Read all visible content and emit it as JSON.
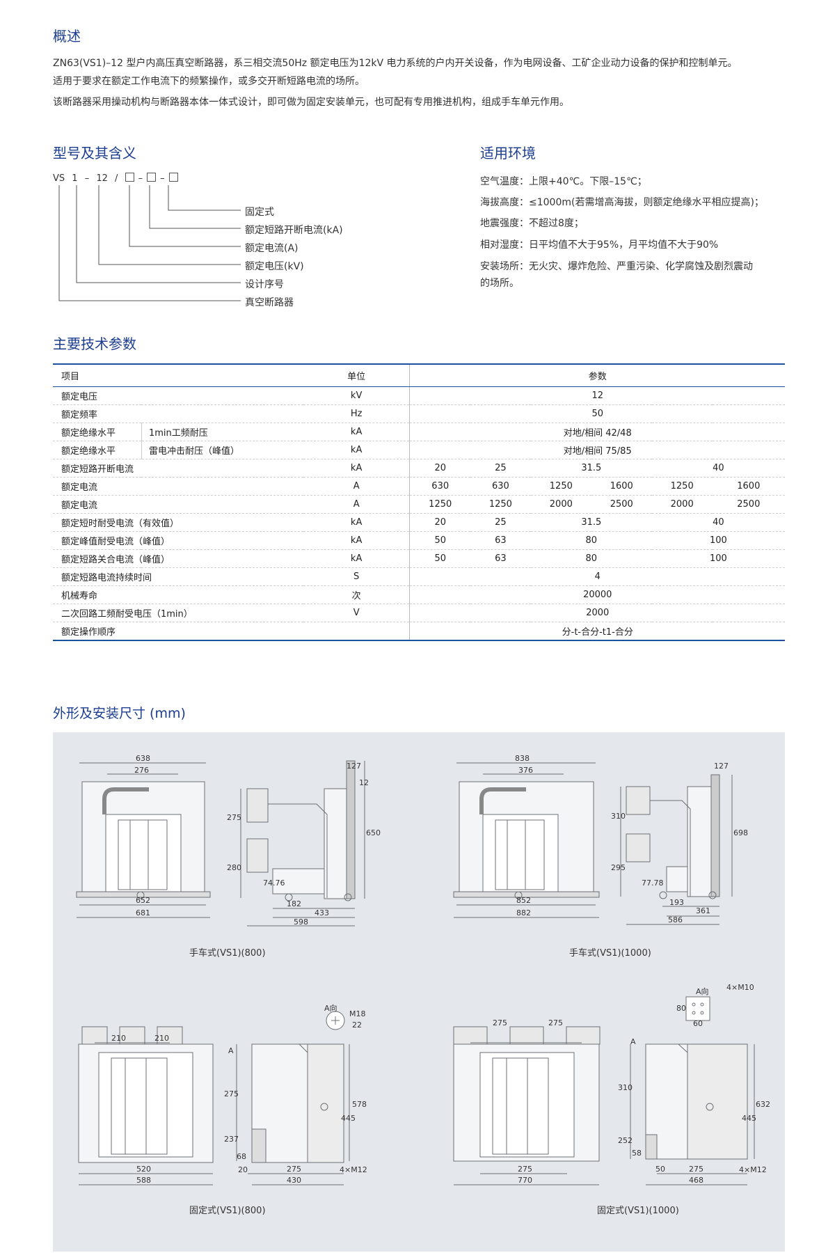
{
  "overview": {
    "title": "概述",
    "lines": [
      "ZN63(VS1)–12 型户内高压真空断路器，系三相交流50Hz 额定电压为12kV 电力系统的户内开关设备，作为电网设备、工矿企业动力设备的保护和控制单元。",
      "适用于要求在额定工作电流下的频繁操作，或多交开断短路电流的场所。",
      "该断路器采用操动机构与断路器本体一体式设计，即可做为固定安装单元，也可配有专用推进机构，组成手车单元作用。"
    ]
  },
  "model": {
    "title": "型号及其含义",
    "code": [
      "VS",
      "1",
      "–",
      "12",
      "/"
    ],
    "labels": [
      "固定式",
      "额定短路开断电流(kA)",
      "额定电流(A)",
      "额定电压(kV)",
      "设计序号",
      "真空断路器"
    ]
  },
  "environment": {
    "title": "适用环境",
    "lines": [
      "空气温度：上限+40℃。下限–15℃；",
      "海拔高度：≤1000m(若需增高海拔，则额定绝缘水平相应提高)；",
      "地震强度：不超过8度；",
      "相对湿度：日平均值不大于95%，月平均值不大于90%",
      "安装场所：无火灾、爆炸危险、严重污染、化学腐蚀及剧烈震动",
      "的场所。"
    ]
  },
  "specs": {
    "title": "主要技术参数",
    "headers": {
      "item": "项目",
      "unit": "单位",
      "params": "参数"
    },
    "rows": [
      {
        "item": "额定电压",
        "unit": "kV",
        "value": "12"
      },
      {
        "item": "额定频率",
        "unit": "Hz",
        "value": "50"
      },
      {
        "item": "额定绝缘水平",
        "sub": "1min工频耐压",
        "unit": "kA",
        "value": "对地/相间 42/48"
      },
      {
        "item": "额定绝缘水平",
        "sub": "雷电冲击耐压（峰值）",
        "unit": "kA",
        "value": "对地/相间 75/85"
      },
      {
        "item": "额定短路开断电流",
        "unit": "kA",
        "cells": [
          "20",
          "25",
          "31.5",
          "40"
        ]
      },
      {
        "item": "额定电流",
        "unit": "A",
        "cells": [
          "630",
          "630",
          "1250",
          "1600",
          "1250",
          "1600"
        ]
      },
      {
        "item": "额定电流",
        "unit": "A",
        "cells": [
          "1250",
          "1250",
          "2000",
          "2500",
          "2000",
          "2500"
        ]
      },
      {
        "item": "额定短时耐受电流（有效值）",
        "unit": "kA",
        "cells": [
          "20",
          "25",
          "31.5",
          "40"
        ]
      },
      {
        "item": "额定峰值耐受电流（峰值）",
        "unit": "kA",
        "cells": [
          "50",
          "63",
          "80",
          "100"
        ]
      },
      {
        "item": "额定短路关合电流（峰值）",
        "unit": "kA",
        "cells": [
          "50",
          "63",
          "80",
          "100"
        ]
      },
      {
        "item": "额定短路电流持续时间",
        "unit": "S",
        "value": "4"
      },
      {
        "item": "机械寿命",
        "unit": "次",
        "value": "20000"
      },
      {
        "item": "二次回路工频耐受电压（1min）",
        "unit": "V",
        "value": "2000"
      },
      {
        "item": "额定操作顺序",
        "unit": "",
        "value": "分-t-合分-t1-合分"
      }
    ]
  },
  "drawings": {
    "title": "外形及安装尺寸 (mm)",
    "captions": [
      "手车式(VS1)(800)",
      "手车式(VS1)(1000)",
      "固定式(VS1)(800)",
      "固定式(VS1)(1000)"
    ],
    "d1": {
      "w_top": "638",
      "w_inner": "276",
      "w_bot1": "652",
      "w_bot2": "681",
      "s_top": "127",
      "s_12": "12",
      "s_275": "275",
      "s_280": "280",
      "s_650": "650",
      "s_7476": "74.76",
      "s_182": "182",
      "s_433": "433",
      "s_598": "598"
    },
    "d2": {
      "w_top": "838",
      "w_inner": "376",
      "w_bot1": "852",
      "w_bot2": "882",
      "s_top": "127",
      "s_310": "310",
      "s_295": "295",
      "s_698": "698",
      "s_7778": "77.78",
      "s_193": "193",
      "s_361": "361",
      "s_586": "586"
    },
    "d3": {
      "w_a": "210",
      "w_b": "210",
      "w_bot1": "520",
      "w_bot2": "588",
      "s_a": "A",
      "s_275": "275",
      "s_237": "237",
      "s_68": "68",
      "s_445": "445",
      "s_578": "578",
      "s_20": "20",
      "s_275b": "275",
      "s_430": "430",
      "s_bolt": "4×M12",
      "a_dir": "A向",
      "a_m": "M18",
      "a_22": "22"
    },
    "d4": {
      "w_a": "275",
      "w_b": "275",
      "w_bot1": "275",
      "w_bot2": "770",
      "s_a": "A",
      "s_310": "310",
      "s_252": "252",
      "s_58": "58",
      "s_445": "445",
      "s_632": "632",
      "s_50": "50",
      "s_275": "275",
      "s_468": "468",
      "s_bolt": "4×M12",
      "a_dir": "A向",
      "a_m": "4×M10",
      "a_80": "80",
      "a_60": "60"
    }
  },
  "colors": {
    "heading": "#1b3d8f",
    "rule": "#1b4fa0",
    "panel": "#e4e7ec"
  }
}
